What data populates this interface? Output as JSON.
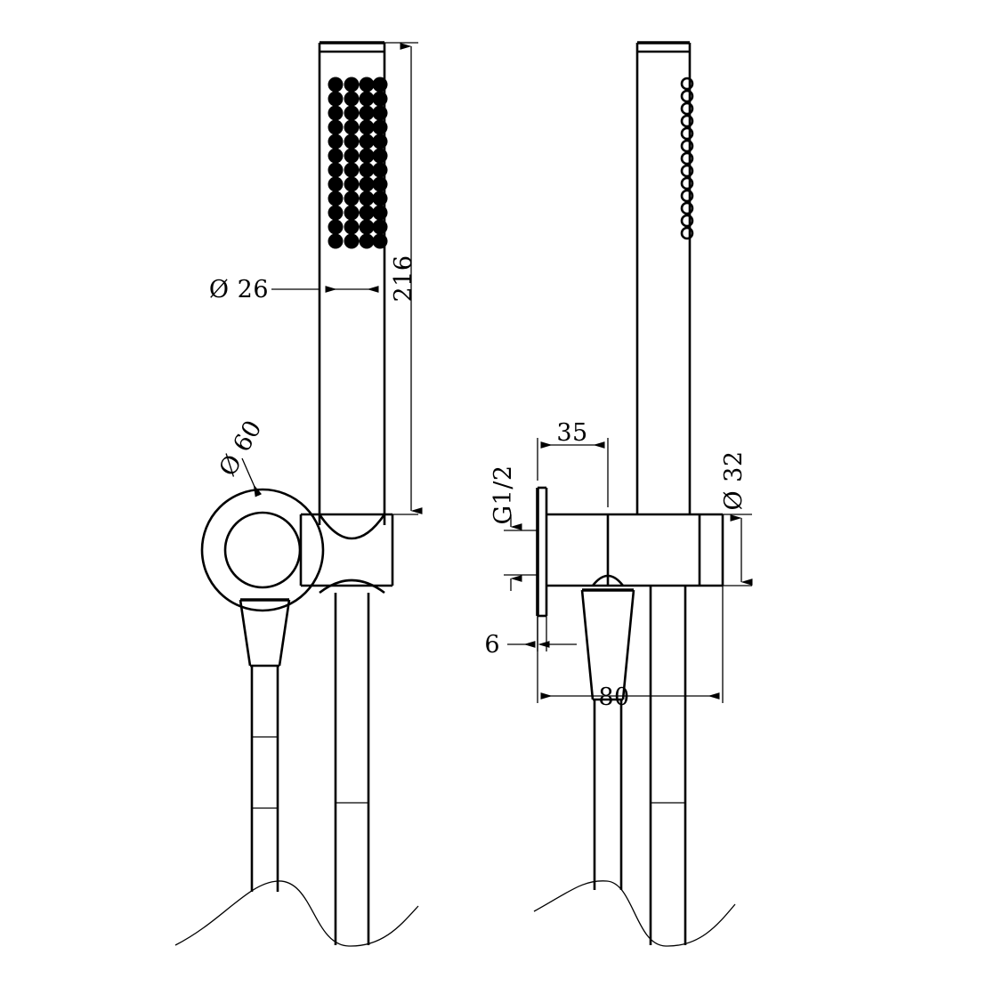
{
  "document": {
    "type": "technical-drawing",
    "title": "Handheld Shower Set with Wall Bracket and Outlet",
    "projection": "two-view orthographic (front elevation and side elevation)",
    "units": "mm",
    "line_color": "#000000",
    "background_color": "#ffffff"
  },
  "dimensions": {
    "shower_head_diameter": "Ø 26",
    "shower_head_length": "216",
    "wall_flange_diameter": "Ø 60",
    "bracket_projection": "35",
    "inlet_thread": "G1/2",
    "bracket_body_diameter": "Ø 32",
    "wall_plate_thickness": "6",
    "overall_width": "80"
  },
  "views": {
    "front": {
      "name": "front-elevation",
      "label_head_diameter": "Ø 26",
      "label_head_length": "216",
      "label_flange_diameter": "Ø 60",
      "nozzle_grid": {
        "columns": 4,
        "rows": 12
      }
    },
    "side": {
      "name": "side-elevation",
      "label_projection": "35",
      "label_thread": "G1/2",
      "label_body_diameter": "Ø 32",
      "label_plate_thickness": "6",
      "label_overall_width": "80",
      "nozzle_column": {
        "columns": 1,
        "rows": 13
      }
    }
  },
  "annotations": [
    {
      "id": "d-26",
      "text": "Ø 26",
      "rotation": 0,
      "view": "front"
    },
    {
      "id": "d-216",
      "text": "216",
      "rotation": -90,
      "view": "front"
    },
    {
      "id": "d-60",
      "text": "Ø 60",
      "rotation": -60,
      "view": "front"
    },
    {
      "id": "d-35",
      "text": "35",
      "rotation": 0,
      "view": "side"
    },
    {
      "id": "d-g12",
      "text": "G1/2",
      "rotation": -90,
      "view": "side"
    },
    {
      "id": "d-32",
      "text": "Ø 32",
      "rotation": -90,
      "view": "side"
    },
    {
      "id": "d-6",
      "text": "6",
      "rotation": 0,
      "view": "side"
    },
    {
      "id": "d-80",
      "text": "80",
      "rotation": 0,
      "view": "side"
    }
  ]
}
